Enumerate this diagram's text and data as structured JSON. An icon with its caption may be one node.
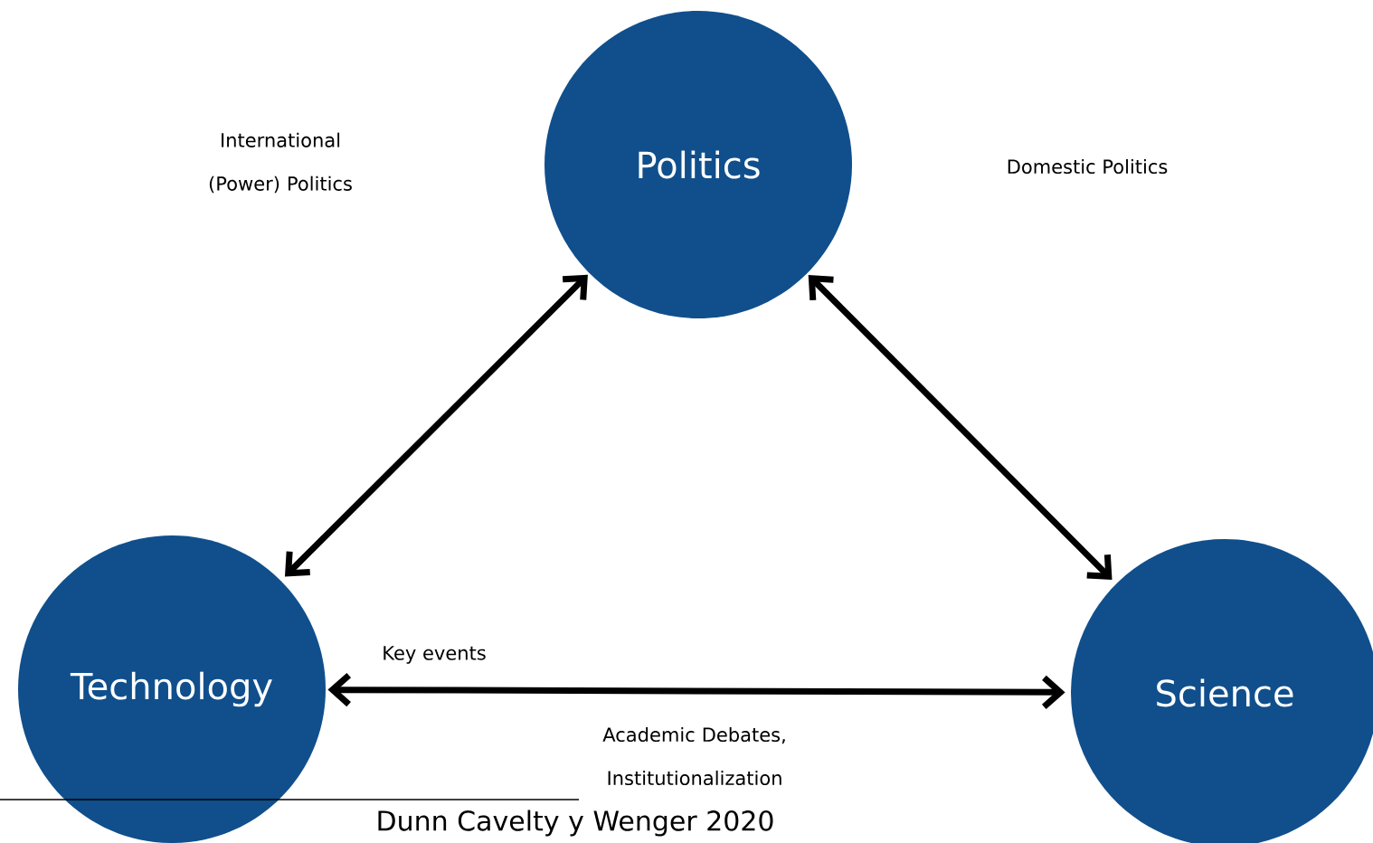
{
  "diagram": {
    "nodes": [
      {
        "text": [
          "Politics"
        ]
      },
      {
        "text": [
          "Technology"
        ]
      },
      {
        "text": [
          "Science"
        ]
      }
    ],
    "edges": [
      {
        "from": 0,
        "to": 1,
        "arrow": "both"
      },
      {
        "from": 0,
        "to": 2,
        "arrow": "both"
      },
      {
        "from": 1,
        "to": 2,
        "arrow": "both"
      }
    ],
    "labels": [
      "International (Power) Politics",
      "Domestic Politics",
      "Key events",
      "Academic Debates, Institutionalization",
      "Dunn Cavelty y Wenger 2020"
    ]
  }
}
